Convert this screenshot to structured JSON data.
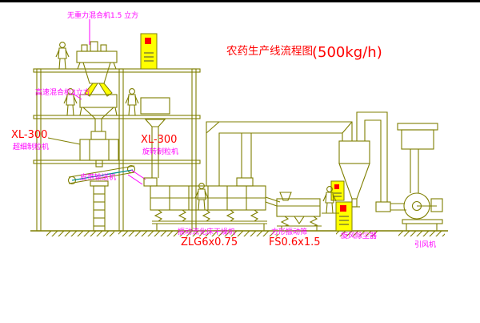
{
  "colors": {
    "line_olive": "#7F7F00",
    "label_magenta": "#FF00FF",
    "label_red": "#FF0000",
    "cabinet_yellow": "#FFFF00",
    "belt_teal": "#009090",
    "background": "#FFFFFF"
  },
  "title": {
    "text": "农药生产线流程图",
    "capacity": "(500kg/h)"
  },
  "labels": {
    "mixer_top": "无重力混合机1.5 立方",
    "mixer_2f": "高速混合机3立方",
    "granulator_left_model": "XL-300",
    "granulator_left_name": "超细制粒机",
    "granulator_mid_model": "XL-300",
    "granulator_mid_name": "旋转制粒机",
    "conveyor": "皮带输送机",
    "dryer_name": "振动流化床干燥机",
    "dryer_model": "ZLG6x0.75",
    "sieve_name": "方形振动筛",
    "sieve_model": "FS0.6x1.5",
    "cyclone": "旋风除尘器",
    "fan": "引风机"
  }
}
